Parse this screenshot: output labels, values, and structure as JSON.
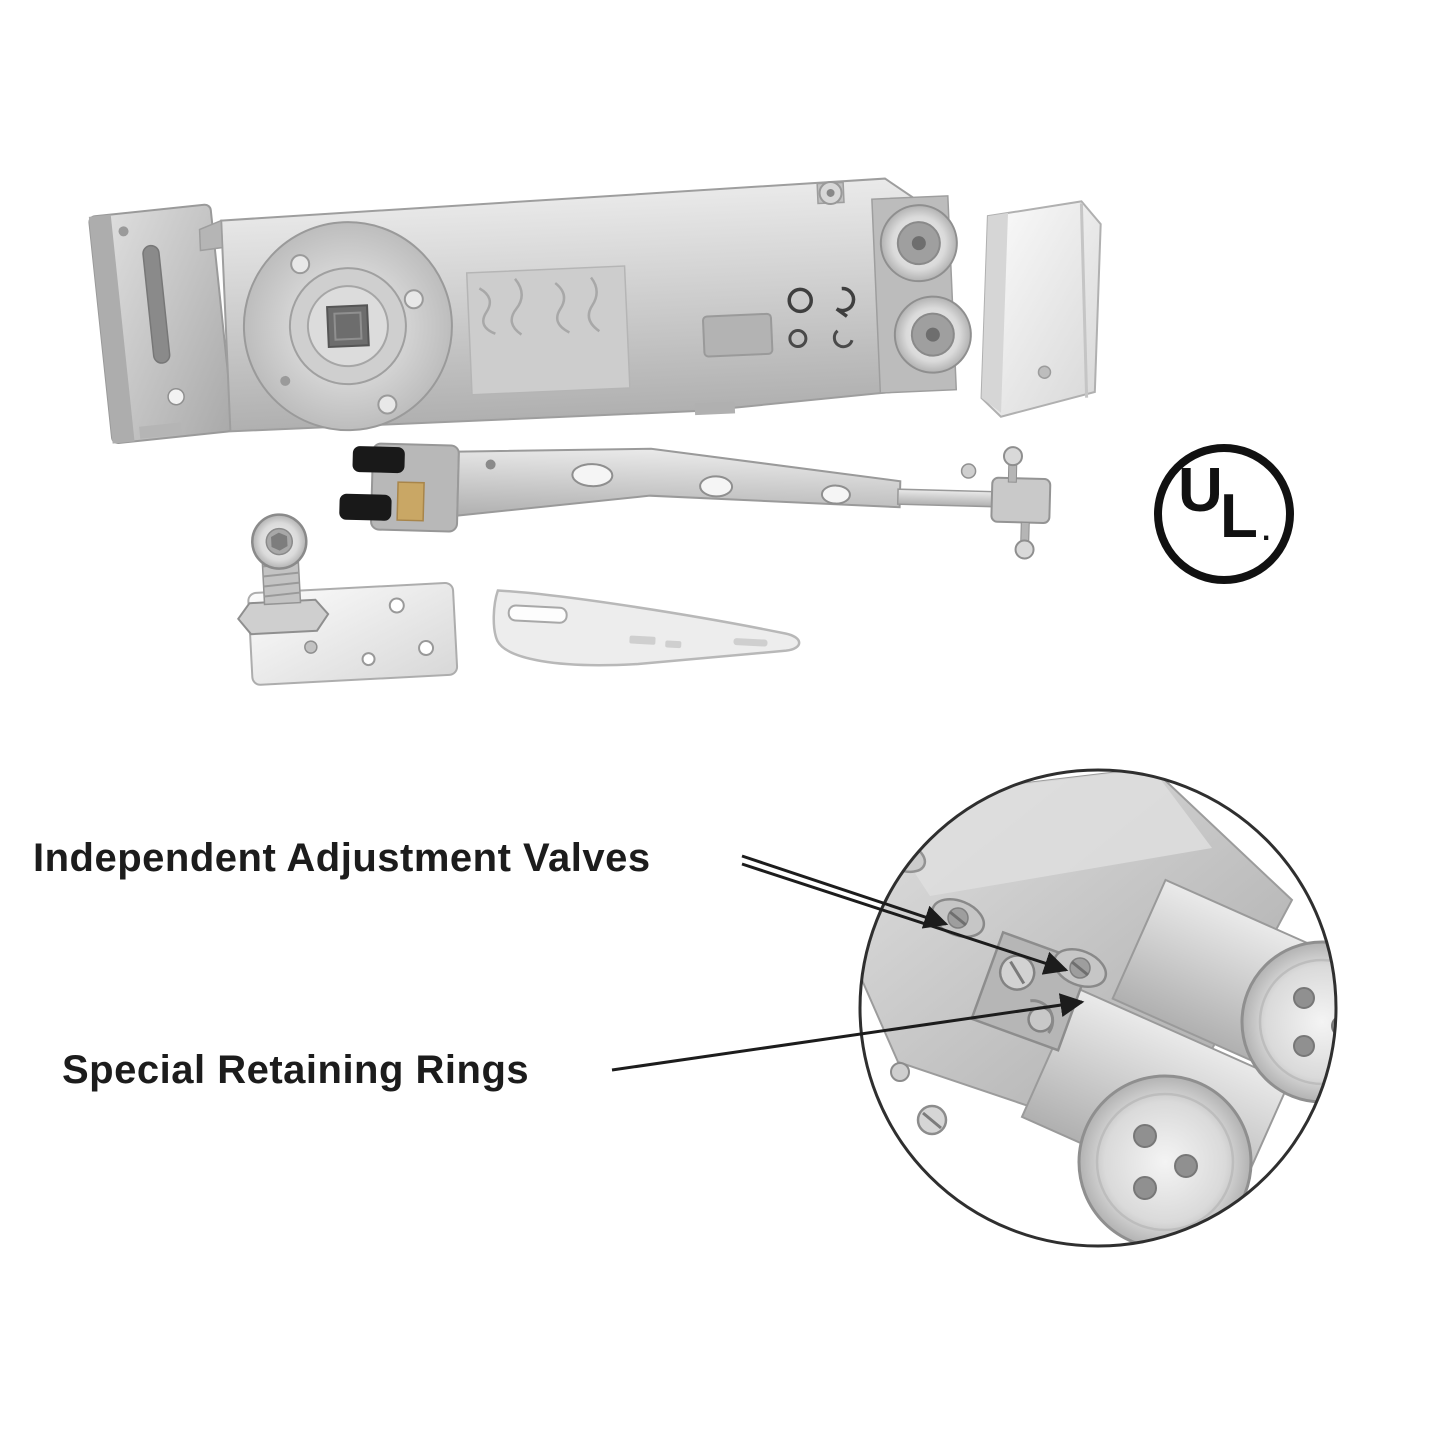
{
  "page": {
    "background": "#ffffff"
  },
  "annotations": {
    "valves_label": "Independent Adjustment Valves",
    "rings_label": "Special Retaining Rings"
  },
  "certification": {
    "u": "U",
    "l": "L",
    "dot": "."
  },
  "diagram": {
    "parts": [
      "left-mounting-plate",
      "closer-body",
      "right-end-cap",
      "main-arm",
      "pivot-assembly",
      "door-arm",
      "detail-inset-circle"
    ]
  },
  "colors": {
    "label_text": "#1c1c1c",
    "callout_line": "#1c1c1c",
    "metal_light": "#e9e9e9",
    "metal_mid": "#c4c4c4",
    "metal_dark": "#8f8f8f",
    "ul_ring": "#111111",
    "brass_accent": "#c9a765"
  }
}
